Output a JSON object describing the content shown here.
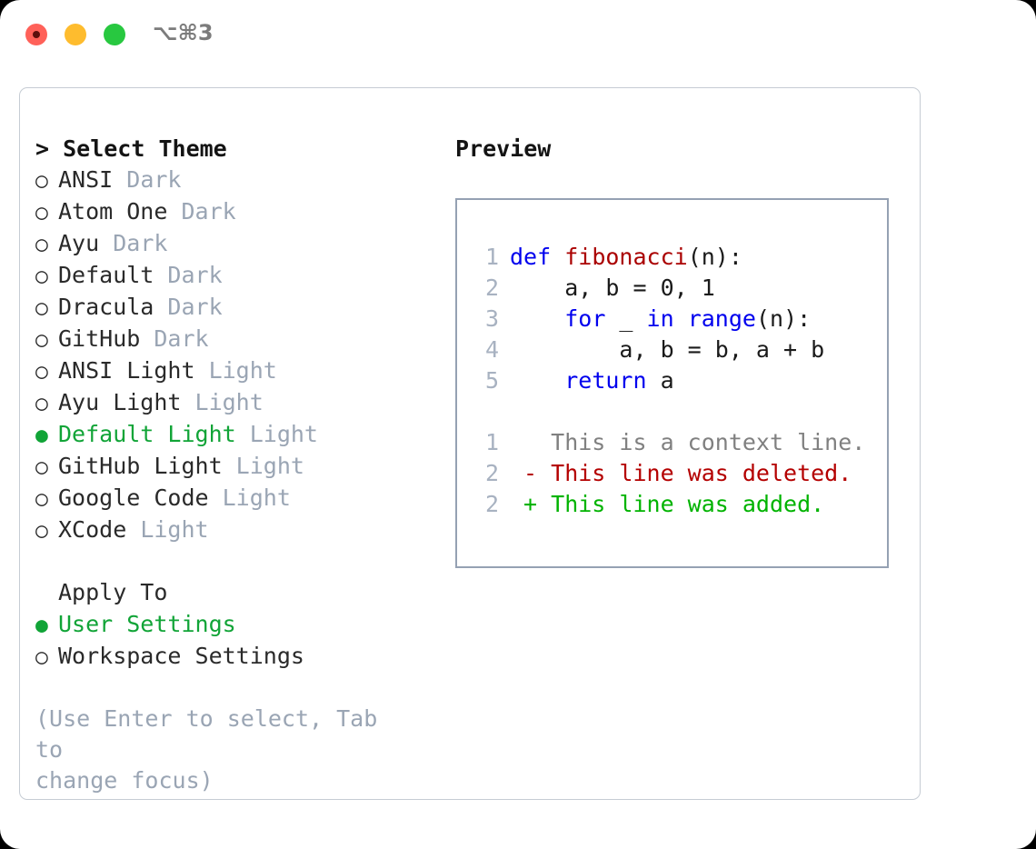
{
  "window": {
    "shortcut": "⌥⌘3",
    "traffic_lights": [
      {
        "name": "close-button",
        "color": "#ff6159"
      },
      {
        "name": "minimize-button",
        "color": "#febc2e"
      },
      {
        "name": "maximize-button",
        "color": "#28c840"
      }
    ]
  },
  "theme_picker": {
    "heading": "> Select Theme",
    "bullet_unselected": "○",
    "bullet_selected": "●",
    "accent_color": "#11a437",
    "tag_color": "#9aa5b4",
    "options": [
      {
        "bullet": "○",
        "label": "ANSI",
        "tag": "Dark",
        "selected": false
      },
      {
        "bullet": "○",
        "label": "Atom One",
        "tag": "Dark",
        "selected": false
      },
      {
        "bullet": "○",
        "label": "Ayu",
        "tag": "Dark",
        "selected": false
      },
      {
        "bullet": "○",
        "label": "Default",
        "tag": "Dark",
        "selected": false
      },
      {
        "bullet": "○",
        "label": "Dracula",
        "tag": "Dark",
        "selected": false
      },
      {
        "bullet": "○",
        "label": "GitHub",
        "tag": "Dark",
        "selected": false
      },
      {
        "bullet": "○",
        "label": "ANSI Light",
        "tag": "Light",
        "selected": false
      },
      {
        "bullet": "○",
        "label": "Ayu Light",
        "tag": "Light",
        "selected": false
      },
      {
        "bullet": "●",
        "label": "Default Light",
        "tag": "Light",
        "selected": true
      },
      {
        "bullet": "○",
        "label": "GitHub Light",
        "tag": "Light",
        "selected": false
      },
      {
        "bullet": "○",
        "label": "Google Code",
        "tag": "Light",
        "selected": false
      },
      {
        "bullet": "○",
        "label": "XCode",
        "tag": "Light",
        "selected": false
      }
    ]
  },
  "apply_to": {
    "heading": "Apply To",
    "options": [
      {
        "bullet": "●",
        "label": "User Settings",
        "selected": true
      },
      {
        "bullet": "○",
        "label": "Workspace Settings",
        "selected": false
      }
    ]
  },
  "hint": "(Use Enter to select, Tab to\nchange focus)",
  "preview": {
    "title": "Preview",
    "code_lines": [
      {
        "num": "1",
        "tokens": [
          {
            "t": "def ",
            "c": "kw"
          },
          {
            "t": "fibonacci",
            "c": "fn"
          },
          {
            "t": "(n):",
            "c": "pl"
          }
        ]
      },
      {
        "num": "2",
        "tokens": [
          {
            "t": "    a, b = 0, 1",
            "c": "pl"
          }
        ]
      },
      {
        "num": "3",
        "tokens": [
          {
            "t": "    ",
            "c": "pl"
          },
          {
            "t": "for",
            "c": "kw"
          },
          {
            "t": " _ ",
            "c": "pl"
          },
          {
            "t": "in",
            "c": "kw"
          },
          {
            "t": " ",
            "c": "pl"
          },
          {
            "t": "range",
            "c": "kw"
          },
          {
            "t": "(n):",
            "c": "pl"
          }
        ]
      },
      {
        "num": "4",
        "tokens": [
          {
            "t": "        a, b = b, a + b",
            "c": "pl"
          }
        ]
      },
      {
        "num": "5",
        "tokens": [
          {
            "t": "    ",
            "c": "pl"
          },
          {
            "t": "return",
            "c": "kw"
          },
          {
            "t": " a",
            "c": "pl"
          }
        ]
      }
    ],
    "diff_lines": [
      {
        "num": "1",
        "marker": "  ",
        "text": "This is a context line.",
        "kind": "ctx"
      },
      {
        "num": "2",
        "marker": "- ",
        "text": "This line was deleted.",
        "kind": "del"
      },
      {
        "num": "2",
        "marker": "+ ",
        "text": "This line was added.",
        "kind": "add"
      }
    ],
    "colors": {
      "line_number": "#a8b2c1",
      "keyword": "#0000ee",
      "function": "#aa0000",
      "plain": "#1a1a1a",
      "context": "#808080",
      "deleted": "#b40000",
      "added": "#00b300",
      "border": "#95a1b3"
    }
  }
}
